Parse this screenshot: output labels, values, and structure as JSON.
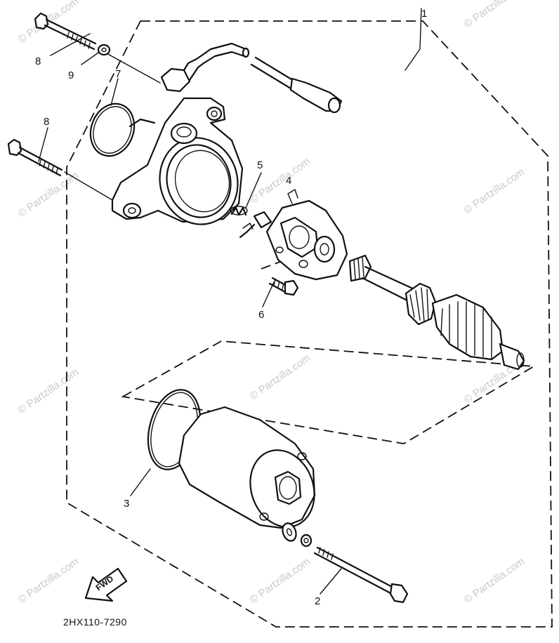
{
  "diagram": {
    "part_number": "2HX110-7290",
    "fwd_label": "FWD",
    "callouts": {
      "c1": "1",
      "c2": "2",
      "c3": "3",
      "c4": "4",
      "c5": "5",
      "c6": "6",
      "c7": "7",
      "c8a": "8",
      "c8b": "8",
      "c9": "9"
    },
    "watermark": "© Partzilla.com"
  }
}
